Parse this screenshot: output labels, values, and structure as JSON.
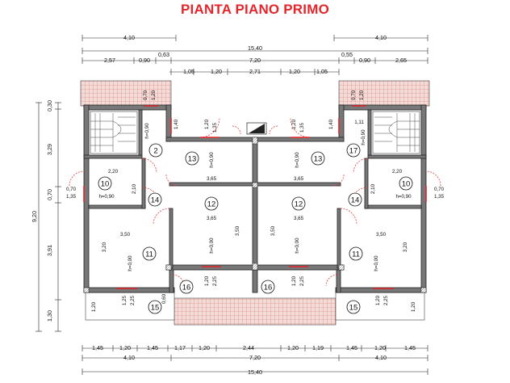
{
  "title": "PIANTA PIANO PRIMO",
  "dims": {
    "top_left_410": "4,10",
    "top_right_410": "4,10",
    "top_total": "15,40",
    "r3_257": "2,57",
    "r3_090a": "0,90",
    "r3_063": "0,63",
    "r3_720": "7,20",
    "r3_055": "0,55",
    "r3_090b": "0,90",
    "r3_265": "2,65",
    "r4_105a": "1,05",
    "r4_120a": "1,20",
    "r4_271": "2,71",
    "r4_120b": "1,20",
    "r4_105b": "1,05",
    "left_030": "0,30",
    "left_329": "3,29",
    "left_070": "0,70",
    "left_920": "9,20",
    "left_391": "3,91",
    "left_130": "1,30",
    "b1": [
      "1,45",
      "1,20",
      "1,45",
      "1,17",
      "1,20",
      "2,44",
      "1,20",
      "1,19",
      "1,45",
      "1,20",
      "1,45"
    ],
    "b2_left": "4,10",
    "b2_mid": "7,20",
    "b2_right": "4,10",
    "b3_total": "15,40"
  },
  "labels": {
    "l_070_top": "0,70",
    "l_120_top": "1,20",
    "l_h090_2": "h=0,90",
    "l_140_left": "1,40",
    "l_120_13l": "1,20",
    "l_135_13l": "1,35",
    "l_h090_13l": "h=0,90",
    "l_120_13r": "1,20",
    "l_135_13r": "1,35",
    "l_h090_13r": "h=0,90",
    "l_140_right": "1,40",
    "l_070_topr": "0,70",
    "l_120_topr": "1,20",
    "l_111": "1,11",
    "l_h090_17": "h=0,90",
    "l_220_l": "2,20",
    "l_210_l": "2,10",
    "l_070_l": "0,70",
    "l_135_l": "1,35",
    "l_h090_10l": "h=0,90",
    "l_365_a": "3,65",
    "l_365_b": "3,65",
    "l_220_r": "2,20",
    "l_210_r": "2,10",
    "l_070_r": "0,70",
    "l_135_r": "1,35",
    "l_h090_10r": "h=0,90",
    "l_365_c": "3,65",
    "l_365_d": "3,65",
    "l_350_a": "3,50",
    "l_350_b": "3,50",
    "l_350_l": "3,50",
    "l_320_l": "3,20",
    "l_h000_11l": "h=0,00",
    "l_h000_12l": "h=0,00",
    "l_h000_12r": "h=0,00",
    "l_350_r": "3,50",
    "l_320_r": "3,20",
    "l_h000_11r": "h=0,00",
    "l_120_16l": "1,20",
    "l_225_16l": "2,25",
    "l_120_16r": "1,20",
    "l_225_16r": "2,25",
    "l_120_bl": "1,20",
    "l_125_bl": "1,25",
    "l_225_bl": "2,25",
    "l_060": "0,60",
    "l_120_br": "1,20",
    "l_225_br": "2,25",
    "l_120_bbr": "1,20"
  },
  "rooms": {
    "r2": "2",
    "r13a": "13",
    "r13b": "13",
    "r17": "17",
    "r10a": "10",
    "r14a": "14",
    "r12a": "12",
    "r12b": "12",
    "r14b": "14",
    "r10b": "10",
    "r11a": "11",
    "r11b": "11",
    "r16a": "16",
    "r16b": "16",
    "r15a": "15",
    "r15b": "15"
  },
  "colors": {
    "title": "#e3262b",
    "opening": "#e3262b",
    "wall": "#777777"
  }
}
